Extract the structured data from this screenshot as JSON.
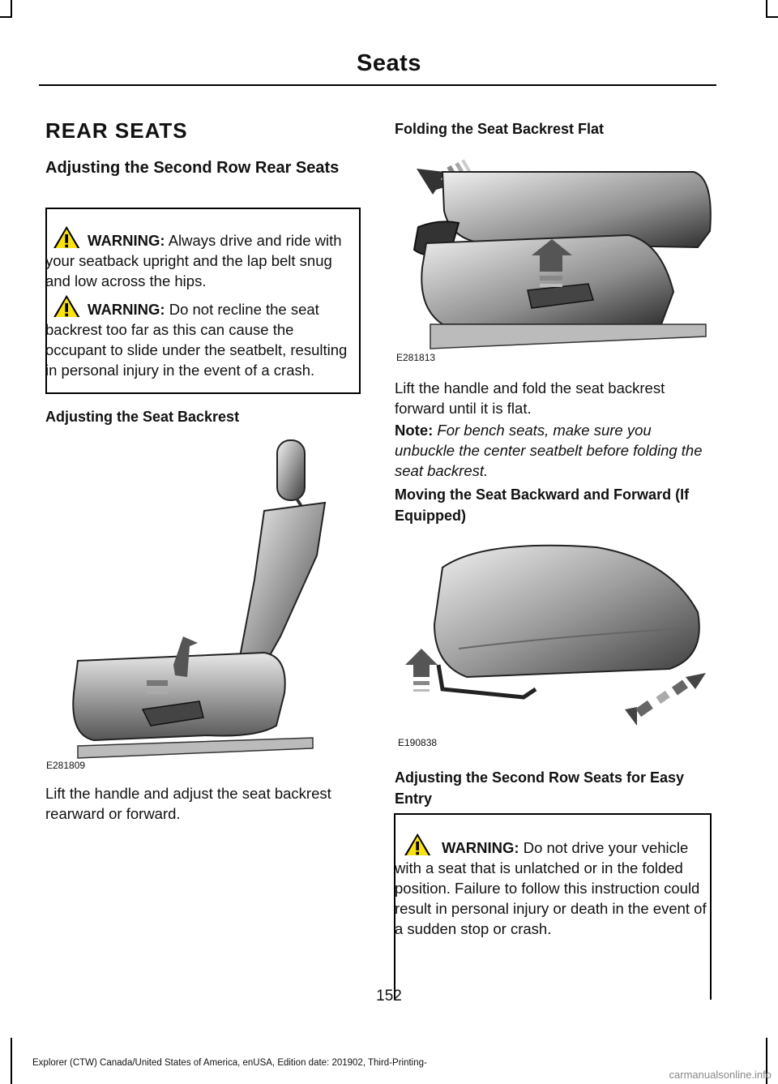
{
  "header": {
    "title": "Seats"
  },
  "section_title": "REAR SEATS",
  "left": {
    "heading": "Adjusting the Second Row Rear Seats",
    "warnings": [
      {
        "label": "WARNING:",
        "text": " Always drive and ride with your seatback upright and the lap belt snug and low across the hips."
      },
      {
        "label": "WARNING:",
        "text": " Do not recline the seat backrest too far as this can cause the occupant to slide under the seatbelt, resulting in personal injury in the event of a crash."
      }
    ],
    "subheading": "Adjusting the Seat Backrest",
    "figure_code": "E281809",
    "caption": "Lift the handle and adjust the seat backrest rearward or forward."
  },
  "right": {
    "fold_heading": "Folding the Seat Backrest Flat",
    "fold_figure_code": "E281813",
    "fold_caption": "Lift the handle and fold the seat backrest forward until it is flat.",
    "note_label": "Note:",
    "note_text": " For bench seats, make sure you unbuckle the center seatbelt before folding the seat backrest.",
    "move_heading": "Moving the Seat Backward and Forward (If Equipped)",
    "move_figure_code": "E190838",
    "easy_heading": "Adjusting the Second Row Seats for Easy Entry",
    "easy_warning": {
      "label": "WARNING:",
      "text": " Do not drive your vehicle with a seat that is unlatched or in the folded position. Failure to follow this instruction could result in personal injury or death in the event of a sudden stop or crash."
    }
  },
  "page_number": "152",
  "footer": "Explorer (CTW) Canada/United States of America, enUSA, Edition date: 201902, Third-Printing-",
  "watermark": "carmanualsonline.info",
  "icons": [
    "warning-triangle-icon",
    "up-arrow-icon",
    "double-arrow-icon"
  ]
}
